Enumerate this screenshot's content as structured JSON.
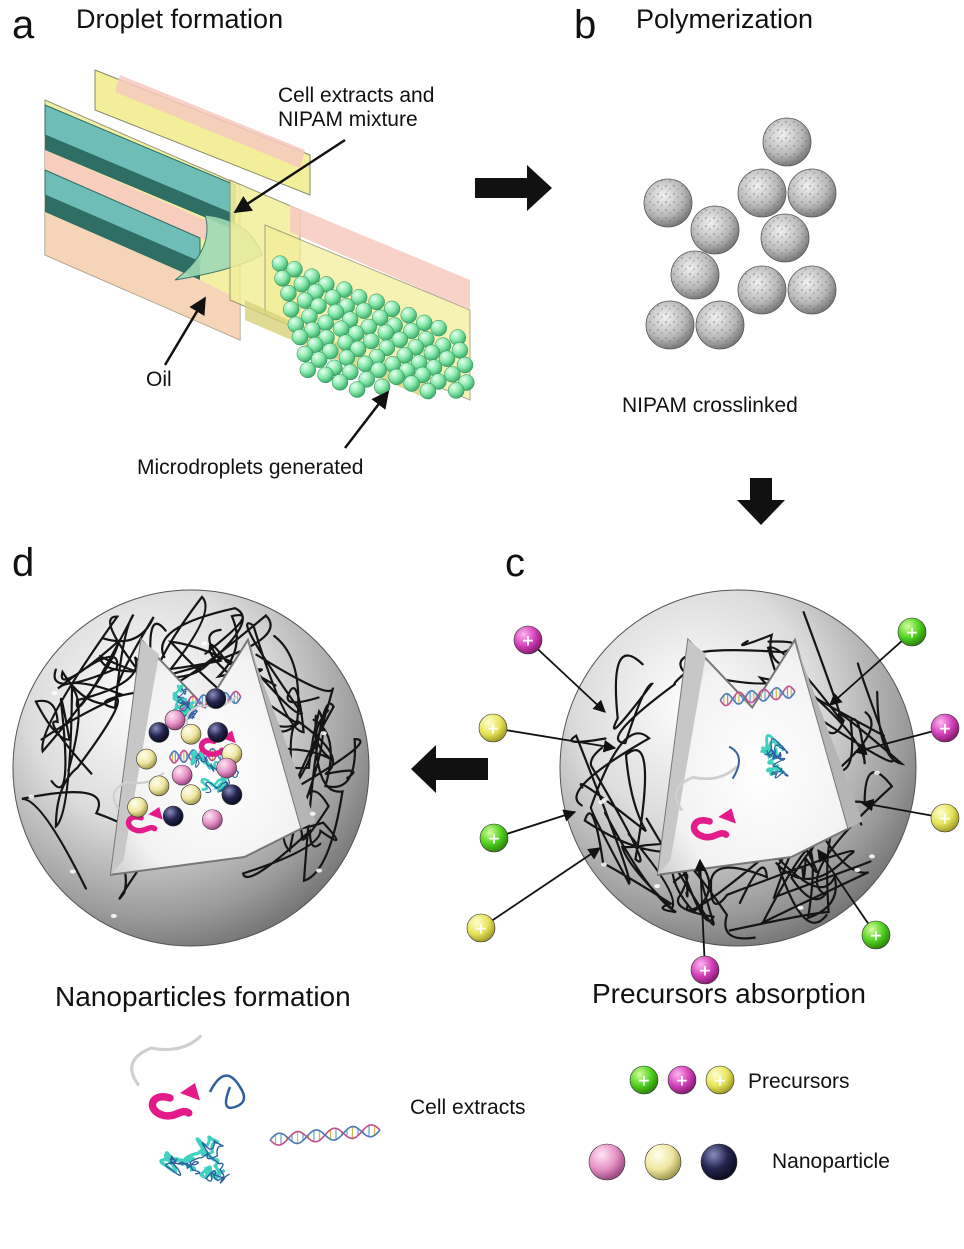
{
  "panels": {
    "a": {
      "letter": "a",
      "title": "Droplet formation",
      "callout_mixture": "Cell extracts and\nNIPAM mixture",
      "callout_oil": "Oil",
      "callout_droplets": "Microdroplets generated"
    },
    "b": {
      "letter": "b",
      "title": "Polymerization",
      "caption": "NIPAM crosslinked"
    },
    "c": {
      "letter": "c",
      "title": "Precursors absorption"
    },
    "d": {
      "letter": "d",
      "title": "Nanoparticles formation"
    }
  },
  "legend": {
    "cell_extracts": "Cell extracts",
    "precursors": "Precursors",
    "nanoparticle": "Nanoparticle",
    "precursor_symbol": "+"
  },
  "colors": {
    "precursor_green": "#4fd01f",
    "precursor_magenta": "#d23fb8",
    "precursor_yellow": "#e6e35a",
    "np_pink": "#e58fc4",
    "np_yellow": "#efe7a0",
    "np_navy": "#25264f",
    "droplet": "#7fe6a6",
    "channel_yellow": "#f2ee9a",
    "channel_pink": "#f7c9c0",
    "channel_teal": "#6ebdb6",
    "protein_cyan": "#3fd2c0",
    "protein_magenta": "#e21a8a",
    "protein_blue": "#2f5f9e"
  }
}
